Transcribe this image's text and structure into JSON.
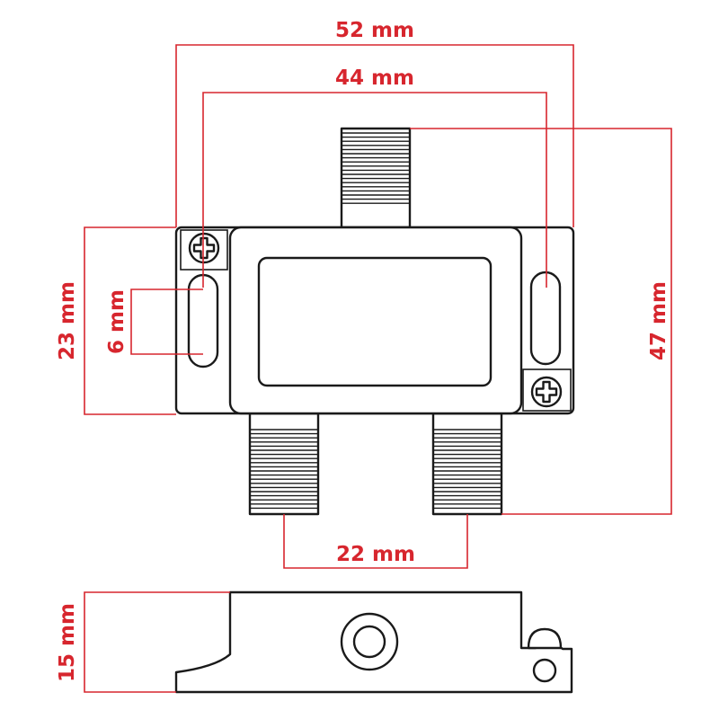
{
  "dimensions": {
    "overall_width": "52 mm",
    "mount_hole_spacing": "44 mm",
    "overall_length": "47 mm",
    "body_height": "23 mm",
    "slot_length": "6 mm",
    "output_spacing": "22 mm",
    "depth": "15 mm"
  },
  "colors": {
    "dimension": "#d7262e",
    "outline": "#1a1a1a"
  }
}
